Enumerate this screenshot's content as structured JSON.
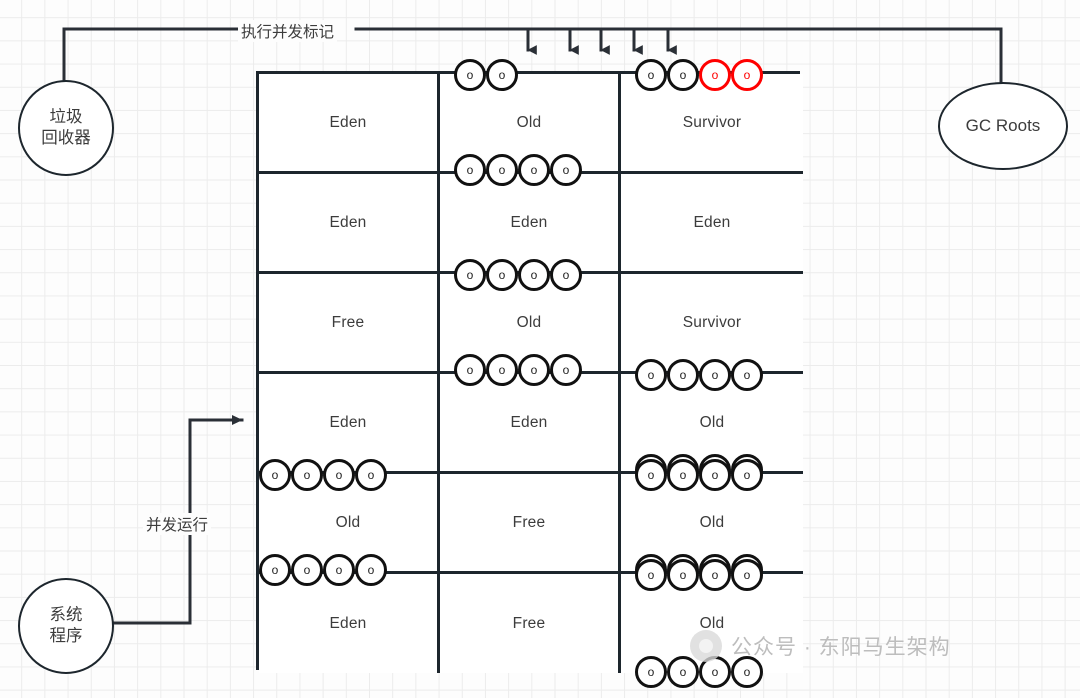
{
  "diagram": {
    "title": "JVM G1 concurrent marking heap region diagram",
    "colors": {
      "stroke": "#1d262d",
      "object_default": "#111111",
      "object_marked": "#ff0000",
      "text": "#3c3c3c",
      "grid": "#ececec"
    }
  },
  "nodes": {
    "collector": {
      "line1": "垃圾",
      "line2": "回收器",
      "shape": "circle"
    },
    "system_program": {
      "line1": "系统",
      "line2": "程序",
      "shape": "circle"
    },
    "gc_roots": {
      "label": "GC Roots",
      "shape": "ellipse"
    }
  },
  "edges": {
    "concurrent_mark": {
      "label": "执行并发标记",
      "arrow_count": 5
    },
    "concurrent_run": {
      "label": "并发运行",
      "arrow_count": 1
    }
  },
  "heap": {
    "columns": 3,
    "rows": 6,
    "cells": [
      {
        "row": 1,
        "col": 1,
        "label": "Eden",
        "objects_top": [],
        "objects_bottom": []
      },
      {
        "row": 1,
        "col": 2,
        "label": "Old",
        "objects_top": [
          "black",
          "black"
        ],
        "objects_bottom": [
          "black",
          "black",
          "black",
          "black"
        ]
      },
      {
        "row": 1,
        "col": 3,
        "label": "Survivor",
        "objects_top": [
          "black",
          "black",
          "red",
          "red"
        ],
        "objects_bottom": []
      },
      {
        "row": 2,
        "col": 1,
        "label": "Eden",
        "objects_top": [],
        "objects_bottom": []
      },
      {
        "row": 2,
        "col": 2,
        "label": "Eden",
        "objects_top": [],
        "objects_bottom": []
      },
      {
        "row": 2,
        "col": 3,
        "label": "Eden",
        "objects_top": [],
        "objects_bottom": []
      },
      {
        "row": 3,
        "col": 1,
        "label": "Free",
        "objects_top": [],
        "objects_bottom": []
      },
      {
        "row": 3,
        "col": 2,
        "label": "Old",
        "objects_top": [
          "black",
          "black",
          "black",
          "black"
        ],
        "objects_bottom": [
          "black",
          "black",
          "black",
          "black"
        ]
      },
      {
        "row": 3,
        "col": 3,
        "label": "Survivor",
        "objects_top": [],
        "objects_bottom": []
      },
      {
        "row": 4,
        "col": 1,
        "label": "Eden",
        "objects_top": [],
        "objects_bottom": []
      },
      {
        "row": 4,
        "col": 2,
        "label": "Eden",
        "objects_top": [],
        "objects_bottom": []
      },
      {
        "row": 4,
        "col": 3,
        "label": "Old",
        "objects_top": [
          "black",
          "black",
          "black",
          "black"
        ],
        "objects_bottom": [
          "black",
          "black",
          "black",
          "black"
        ]
      },
      {
        "row": 5,
        "col": 1,
        "label": "Old",
        "objects_top": [
          "black",
          "black",
          "black",
          "black"
        ],
        "objects_bottom": [
          "black",
          "black",
          "black",
          "black"
        ]
      },
      {
        "row": 5,
        "col": 2,
        "label": "Free",
        "objects_top": [],
        "objects_bottom": []
      },
      {
        "row": 5,
        "col": 3,
        "label": "Old",
        "objects_top": [
          "black",
          "black",
          "black",
          "black"
        ],
        "objects_bottom": [
          "black",
          "black",
          "black",
          "black"
        ]
      },
      {
        "row": 6,
        "col": 1,
        "label": "Eden",
        "objects_top": [],
        "objects_bottom": []
      },
      {
        "row": 6,
        "col": 2,
        "label": "Free",
        "objects_top": [],
        "objects_bottom": []
      },
      {
        "row": 6,
        "col": 3,
        "label": "Old",
        "objects_top": [
          "black",
          "black",
          "black",
          "black"
        ],
        "objects_bottom": [
          "black",
          "black",
          "black",
          "black"
        ]
      }
    ],
    "object_glyph": "o"
  },
  "watermark": {
    "text": "公众号 · 东阳马生架构"
  }
}
